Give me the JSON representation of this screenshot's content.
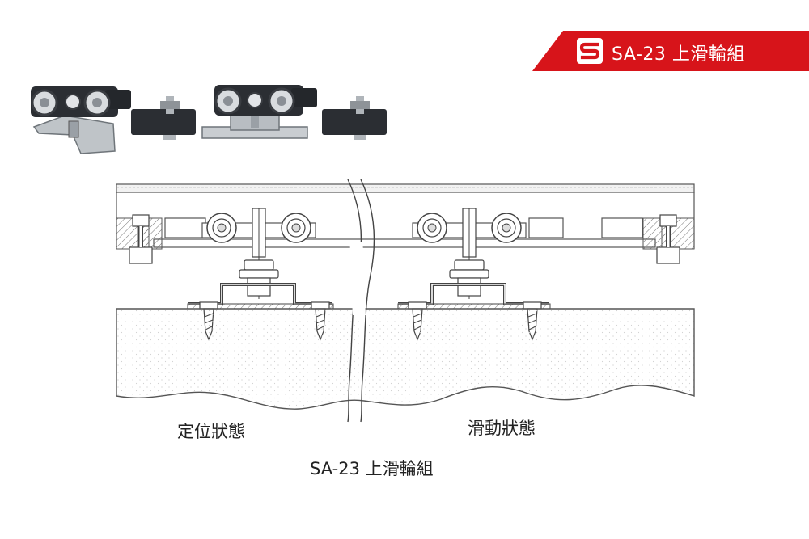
{
  "banner": {
    "title": "SA-23 上滑輪組",
    "color": "#d7141a",
    "logo_icon": "s-brand-logo-icon"
  },
  "labels": {
    "fixed_state": "定位狀態",
    "sliding_state": "滑動狀態"
  },
  "caption": "SA-23 上滑輪組",
  "products": {
    "items": [
      "roller-trolley-with-bracket",
      "stopper-block",
      "roller-trolley-with-bracket",
      "stopper-block"
    ]
  }
}
